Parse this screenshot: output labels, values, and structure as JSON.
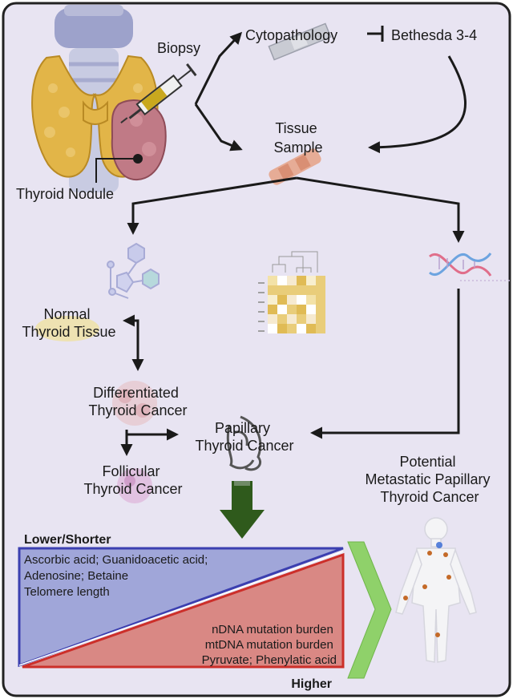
{
  "labels": {
    "biopsy": "Biopsy",
    "cytopathology": "Cytopathology",
    "bethesda": "Bethesda 3-4",
    "tissue_sample": [
      "Tissue",
      "Sample"
    ],
    "thyroid_nodule": "Thyroid Nodule",
    "normal_tissue": [
      "Normal",
      "Thyroid Tissue"
    ],
    "differentiated": [
      "Differentiated",
      "Thyroid Cancer"
    ],
    "papillary": [
      "Papillary",
      "Thyroid Cancer"
    ],
    "follicular": [
      "Follicular",
      "Thyroid Cancer"
    ],
    "metastatic": [
      "Potential",
      "Metastatic Papillary",
      "Thyroid Cancer"
    ]
  },
  "comparison": {
    "lower_title": "Lower/Shorter",
    "lower_items": [
      "Ascorbic acid; Guanidoacetic acid;",
      "Adenosine; Betaine",
      "Telomere length"
    ],
    "higher_title": "Higher",
    "higher_items": [
      "nDNA mutation burden",
      "mtDNA mutation burden",
      "Pyruvate;  Phenylatic acid"
    ]
  },
  "colors": {
    "background": "#e8e4f2",
    "border": "#222222",
    "lower_fill": "#a0a6d9",
    "lower_stroke": "#3b3fb0",
    "higher_fill": "#d98884",
    "higher_stroke": "#cc2f2a",
    "down_arrow": "#2f5a1c",
    "chevron": "#8fd16a",
    "thyroid": "#e2b548",
    "nodule": "#c07a86",
    "trachea": "#8f96c4"
  },
  "icons": [
    "thyroid-gland-icon",
    "syringe-icon",
    "slide-icon",
    "tissue-sample-icon",
    "molecule-icon",
    "heatmap-icon",
    "dna-icon",
    "cell-icon",
    "human-body-icon"
  ]
}
